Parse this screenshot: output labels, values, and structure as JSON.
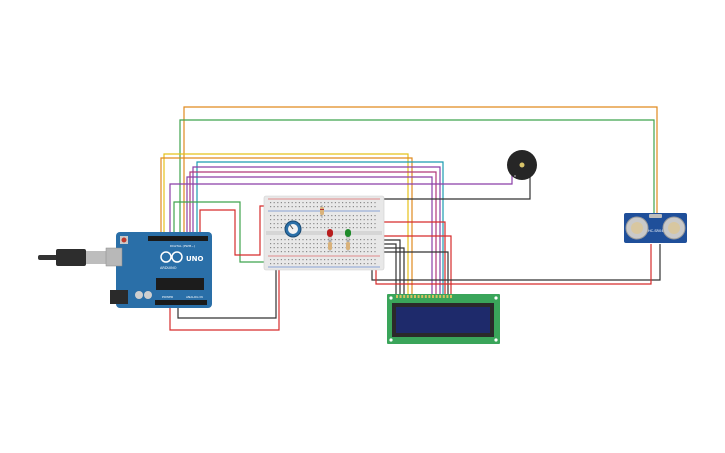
{
  "board": {
    "uno_label": "UNO",
    "brand_label": "ARDUINO",
    "digital_label": "DIGITAL (PWM~)",
    "power_label": "POWER",
    "analog_label": "ANALOG IN"
  },
  "sensor": {
    "model_label": "HC-SR04"
  },
  "wire_colors": {
    "orange": "#e08a1e",
    "green": "#3fa34d",
    "yellow": "#e5c21a",
    "teal": "#1b9bb0",
    "purple": "#8b3fa8",
    "magenta": "#b0377a",
    "red": "#d62c2c",
    "black": "#333333"
  },
  "colors": {
    "arduino_blue": "#2a6fa8",
    "lcd_green": "#3aa55a",
    "lcd_screen": "#1e2a6b",
    "sensor_blue": "#1f4f9a",
    "breadboard": "#e8e8e8"
  }
}
